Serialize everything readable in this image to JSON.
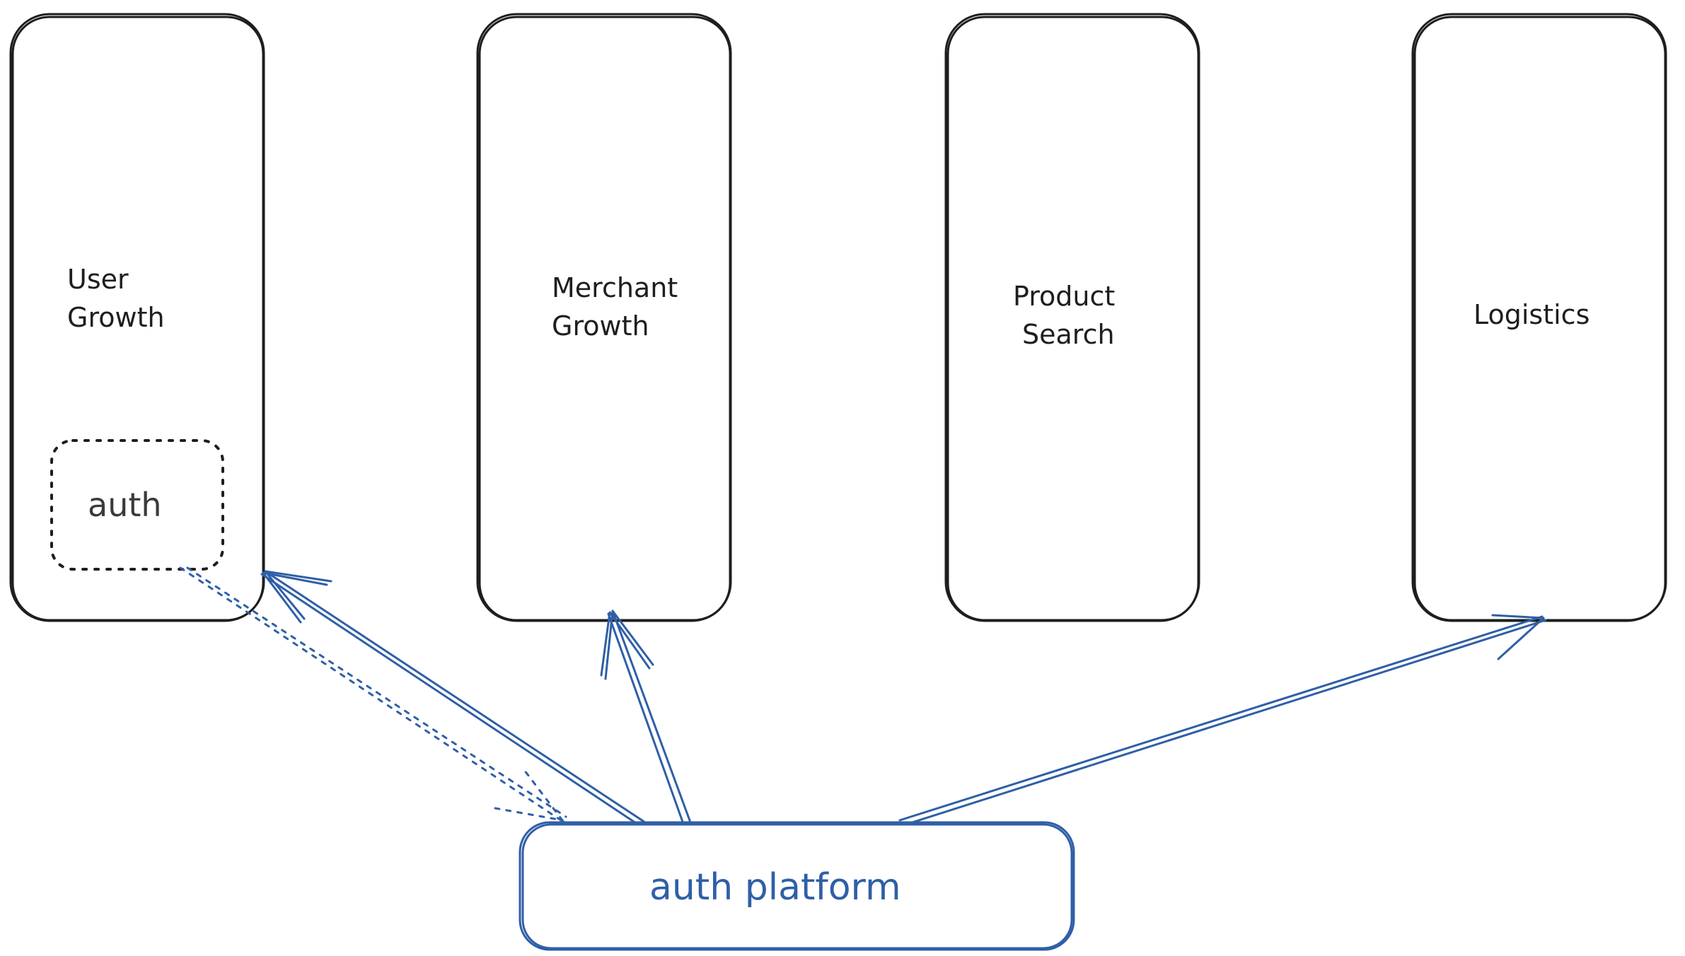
{
  "teams": [
    {
      "id": "user-growth",
      "lines": [
        "User",
        "Growth"
      ]
    },
    {
      "id": "merchant-growth",
      "lines": [
        "Merchant",
        "Growth"
      ]
    },
    {
      "id": "product-search",
      "lines": [
        "Product",
        "Search"
      ]
    },
    {
      "id": "logistics",
      "lines": [
        "Logistics"
      ]
    }
  ],
  "inner_auth": {
    "label": "auth"
  },
  "platform": {
    "label": "auth platform"
  },
  "colors": {
    "ink": "#1e1e1e",
    "accent_blue": "#2f5fa7",
    "muted_text": "#3a3a3a"
  }
}
